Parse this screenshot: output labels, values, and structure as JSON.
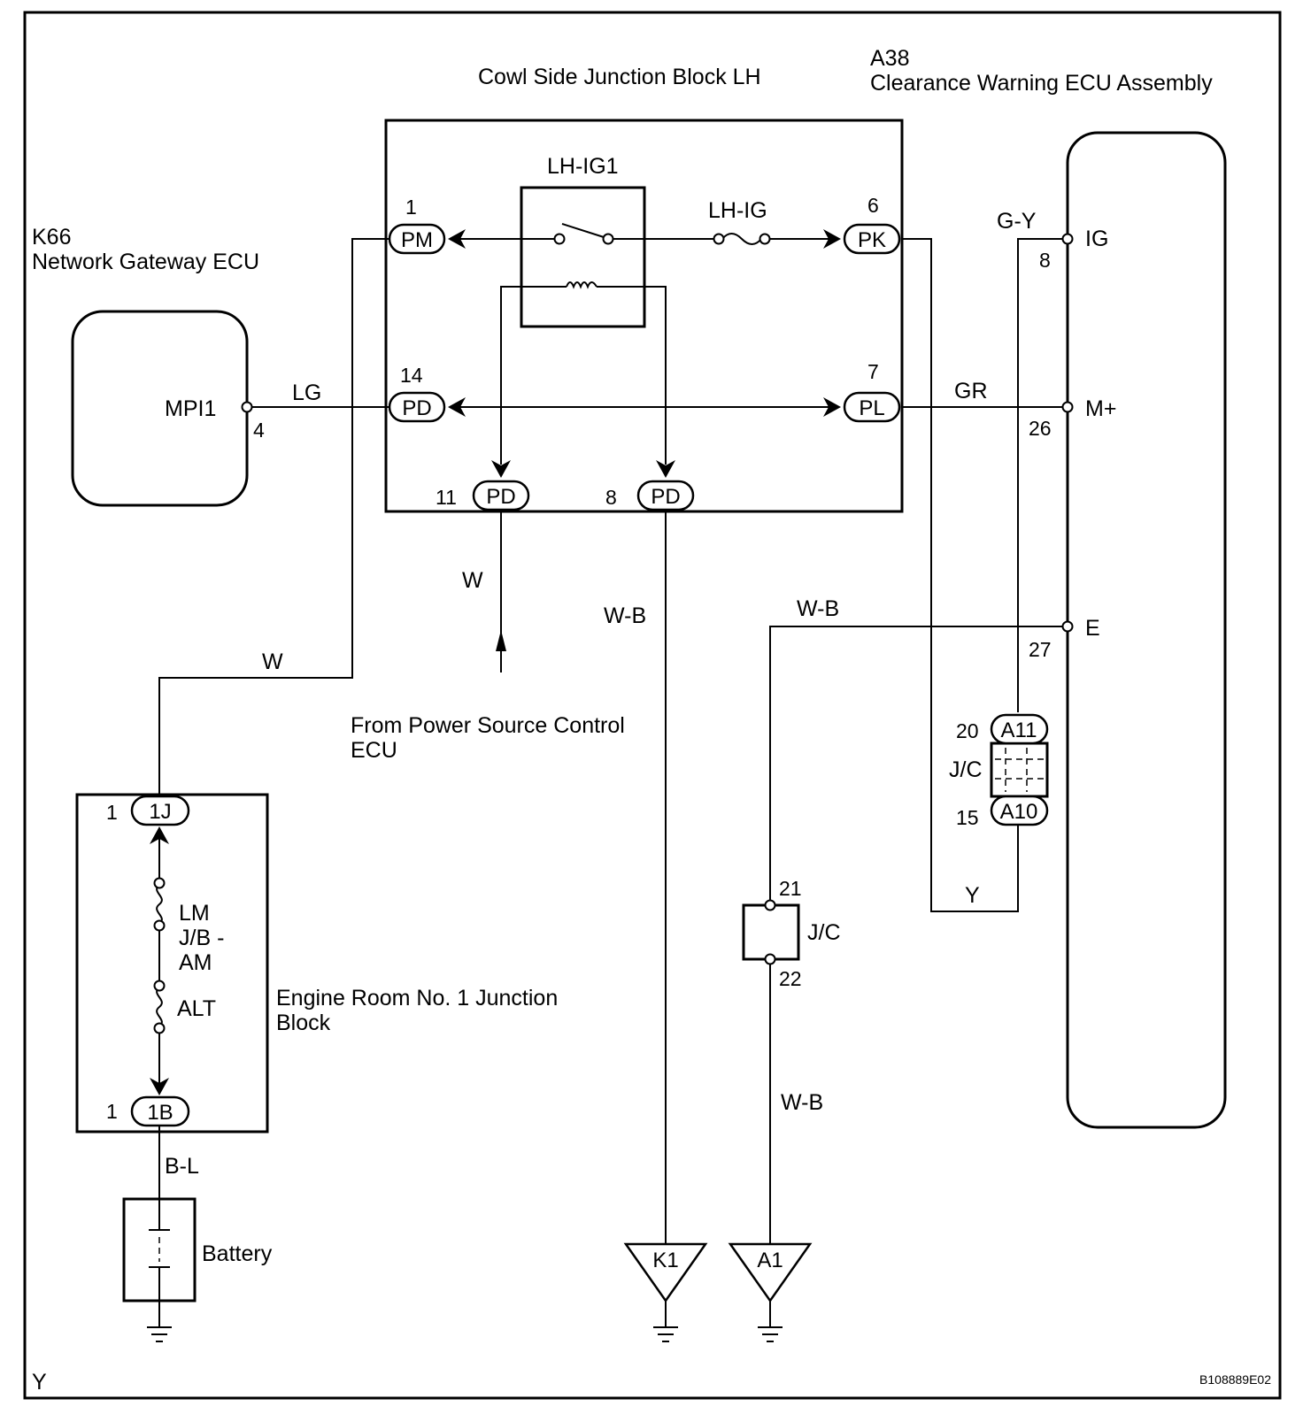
{
  "titles": {
    "cowl_block": "Cowl Side Junction Block LH",
    "a38_code": "A38",
    "a38_name": "Clearance Warning ECU Assembly",
    "k66_code": "K66",
    "k66_name": "Network Gateway ECU",
    "engine_block_line1": "Engine Room No. 1 Junction",
    "engine_block_line2": "Block",
    "from_line1": "From Power Source Control",
    "from_line2": "ECU",
    "battery": "Battery",
    "jc": "J/C",
    "footer_left": "Y",
    "footer_right": "B108889E02"
  },
  "relay": {
    "name": "LH-IG1",
    "fuse": "LH-IG"
  },
  "connectors": {
    "pm": "PM",
    "pk": "PK",
    "pd_top": "PD",
    "pl": "PL",
    "pd_11": "PD",
    "pd_8": "PD",
    "j1": "1J",
    "b1": "1B",
    "a11": "A11",
    "a10": "A10",
    "k1": "K1",
    "a1": "A1"
  },
  "pins": {
    "pm": "1",
    "pk": "6",
    "pd_top": "14",
    "pl": "7",
    "pd_11": "11",
    "pd_8": "8",
    "mpi1": "4",
    "ig": "8",
    "mplus": "26",
    "e": "27",
    "a11": "20",
    "a10": "15",
    "j1": "1",
    "b1": "1",
    "jc21": "21",
    "jc22": "22"
  },
  "terminals": {
    "mpi1": "MPI1",
    "ig": "IG",
    "mplus": "M+",
    "e": "E"
  },
  "wires": {
    "lg": "LG",
    "gr": "GR",
    "gy": "G-Y",
    "w_left": "W",
    "w_mid": "W",
    "wb_mid": "W-B",
    "wb_e": "W-B",
    "wb_low": "W-B",
    "y": "Y",
    "bl": "B-L"
  },
  "fuses": {
    "lm_line1": "LM",
    "lm_line2": "J/B -",
    "lm_line3": "AM",
    "alt": "ALT"
  }
}
